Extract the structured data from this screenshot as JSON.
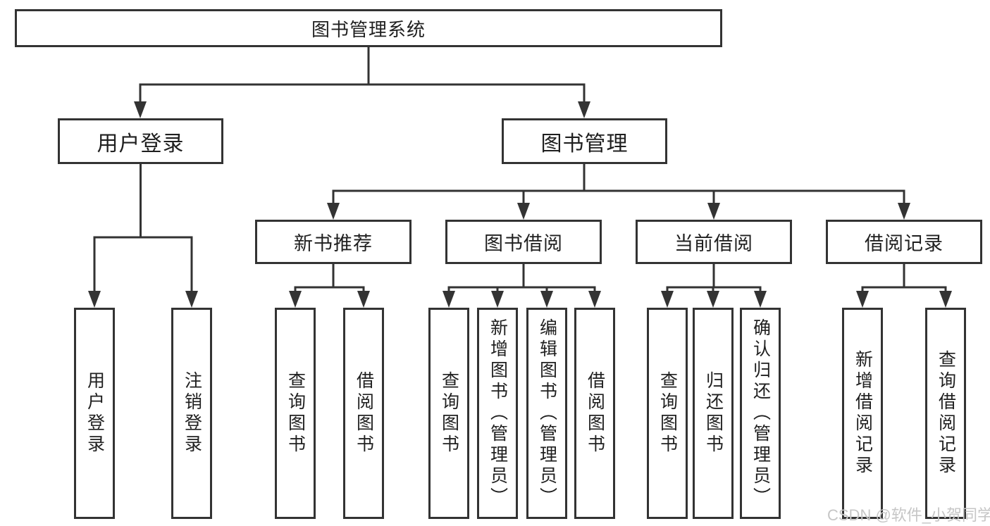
{
  "diagram": {
    "root": {
      "label": "图书管理系统",
      "children": [
        {
          "label": "用户登录",
          "children": [
            {
              "label": "用户登录"
            },
            {
              "label": "注销登录"
            }
          ]
        },
        {
          "label": "图书管理",
          "children": [
            {
              "label": "新书推荐",
              "children": [
                {
                  "label": "查询图书"
                },
                {
                  "label": "借阅图书"
                }
              ]
            },
            {
              "label": "图书借阅",
              "children": [
                {
                  "label": "查询图书"
                },
                {
                  "label": "新增图书（管理员）"
                },
                {
                  "label": "编辑图书（管理员）"
                },
                {
                  "label": "借阅图书"
                }
              ]
            },
            {
              "label": "当前借阅",
              "children": [
                {
                  "label": "查询图书"
                },
                {
                  "label": "归还图书"
                },
                {
                  "label": "确认归还（管理员）"
                }
              ]
            },
            {
              "label": "借阅记录",
              "children": [
                {
                  "label": "新增借阅记录"
                },
                {
                  "label": "查询借阅记录"
                }
              ]
            }
          ]
        }
      ]
    },
    "line_color": "#333333",
    "text_color": "#1f1f1f"
  },
  "watermark": {
    "text": "CSDN @软件_小贺同学",
    "color": "#c6c6c6"
  }
}
